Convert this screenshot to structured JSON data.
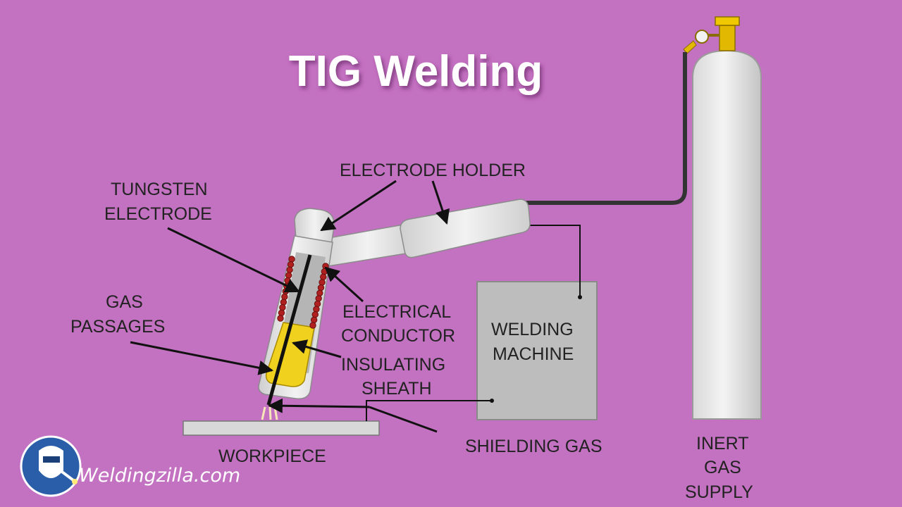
{
  "title": "TIG Welding",
  "labels": {
    "electrode_holder": "ELECTRODE HOLDER",
    "tungsten_1": "TUNGSTEN",
    "tungsten_2": "ELECTRODE",
    "gas_1": "GAS",
    "gas_2": "PASSAGES",
    "electrical_1": "ELECTRICAL",
    "electrical_2": "CONDUCTOR",
    "insulating_1": "INSULATING",
    "insulating_2": "SHEATH",
    "welding_machine_1": "WELDING",
    "welding_machine_2": "MACHINE",
    "shielding_gas": "SHIELDING GAS",
    "workpiece": "WORKPIECE",
    "inert_1": "INERT",
    "inert_2": "GAS",
    "inert_3": "SUPPLY"
  },
  "brand": "Weldingzilla.com",
  "colors": {
    "background": "#c371c1",
    "torch": "#e4e4e4",
    "sheath": "#f0d21e",
    "coil": "#b02020",
    "machine": "#bdbdbd"
  }
}
